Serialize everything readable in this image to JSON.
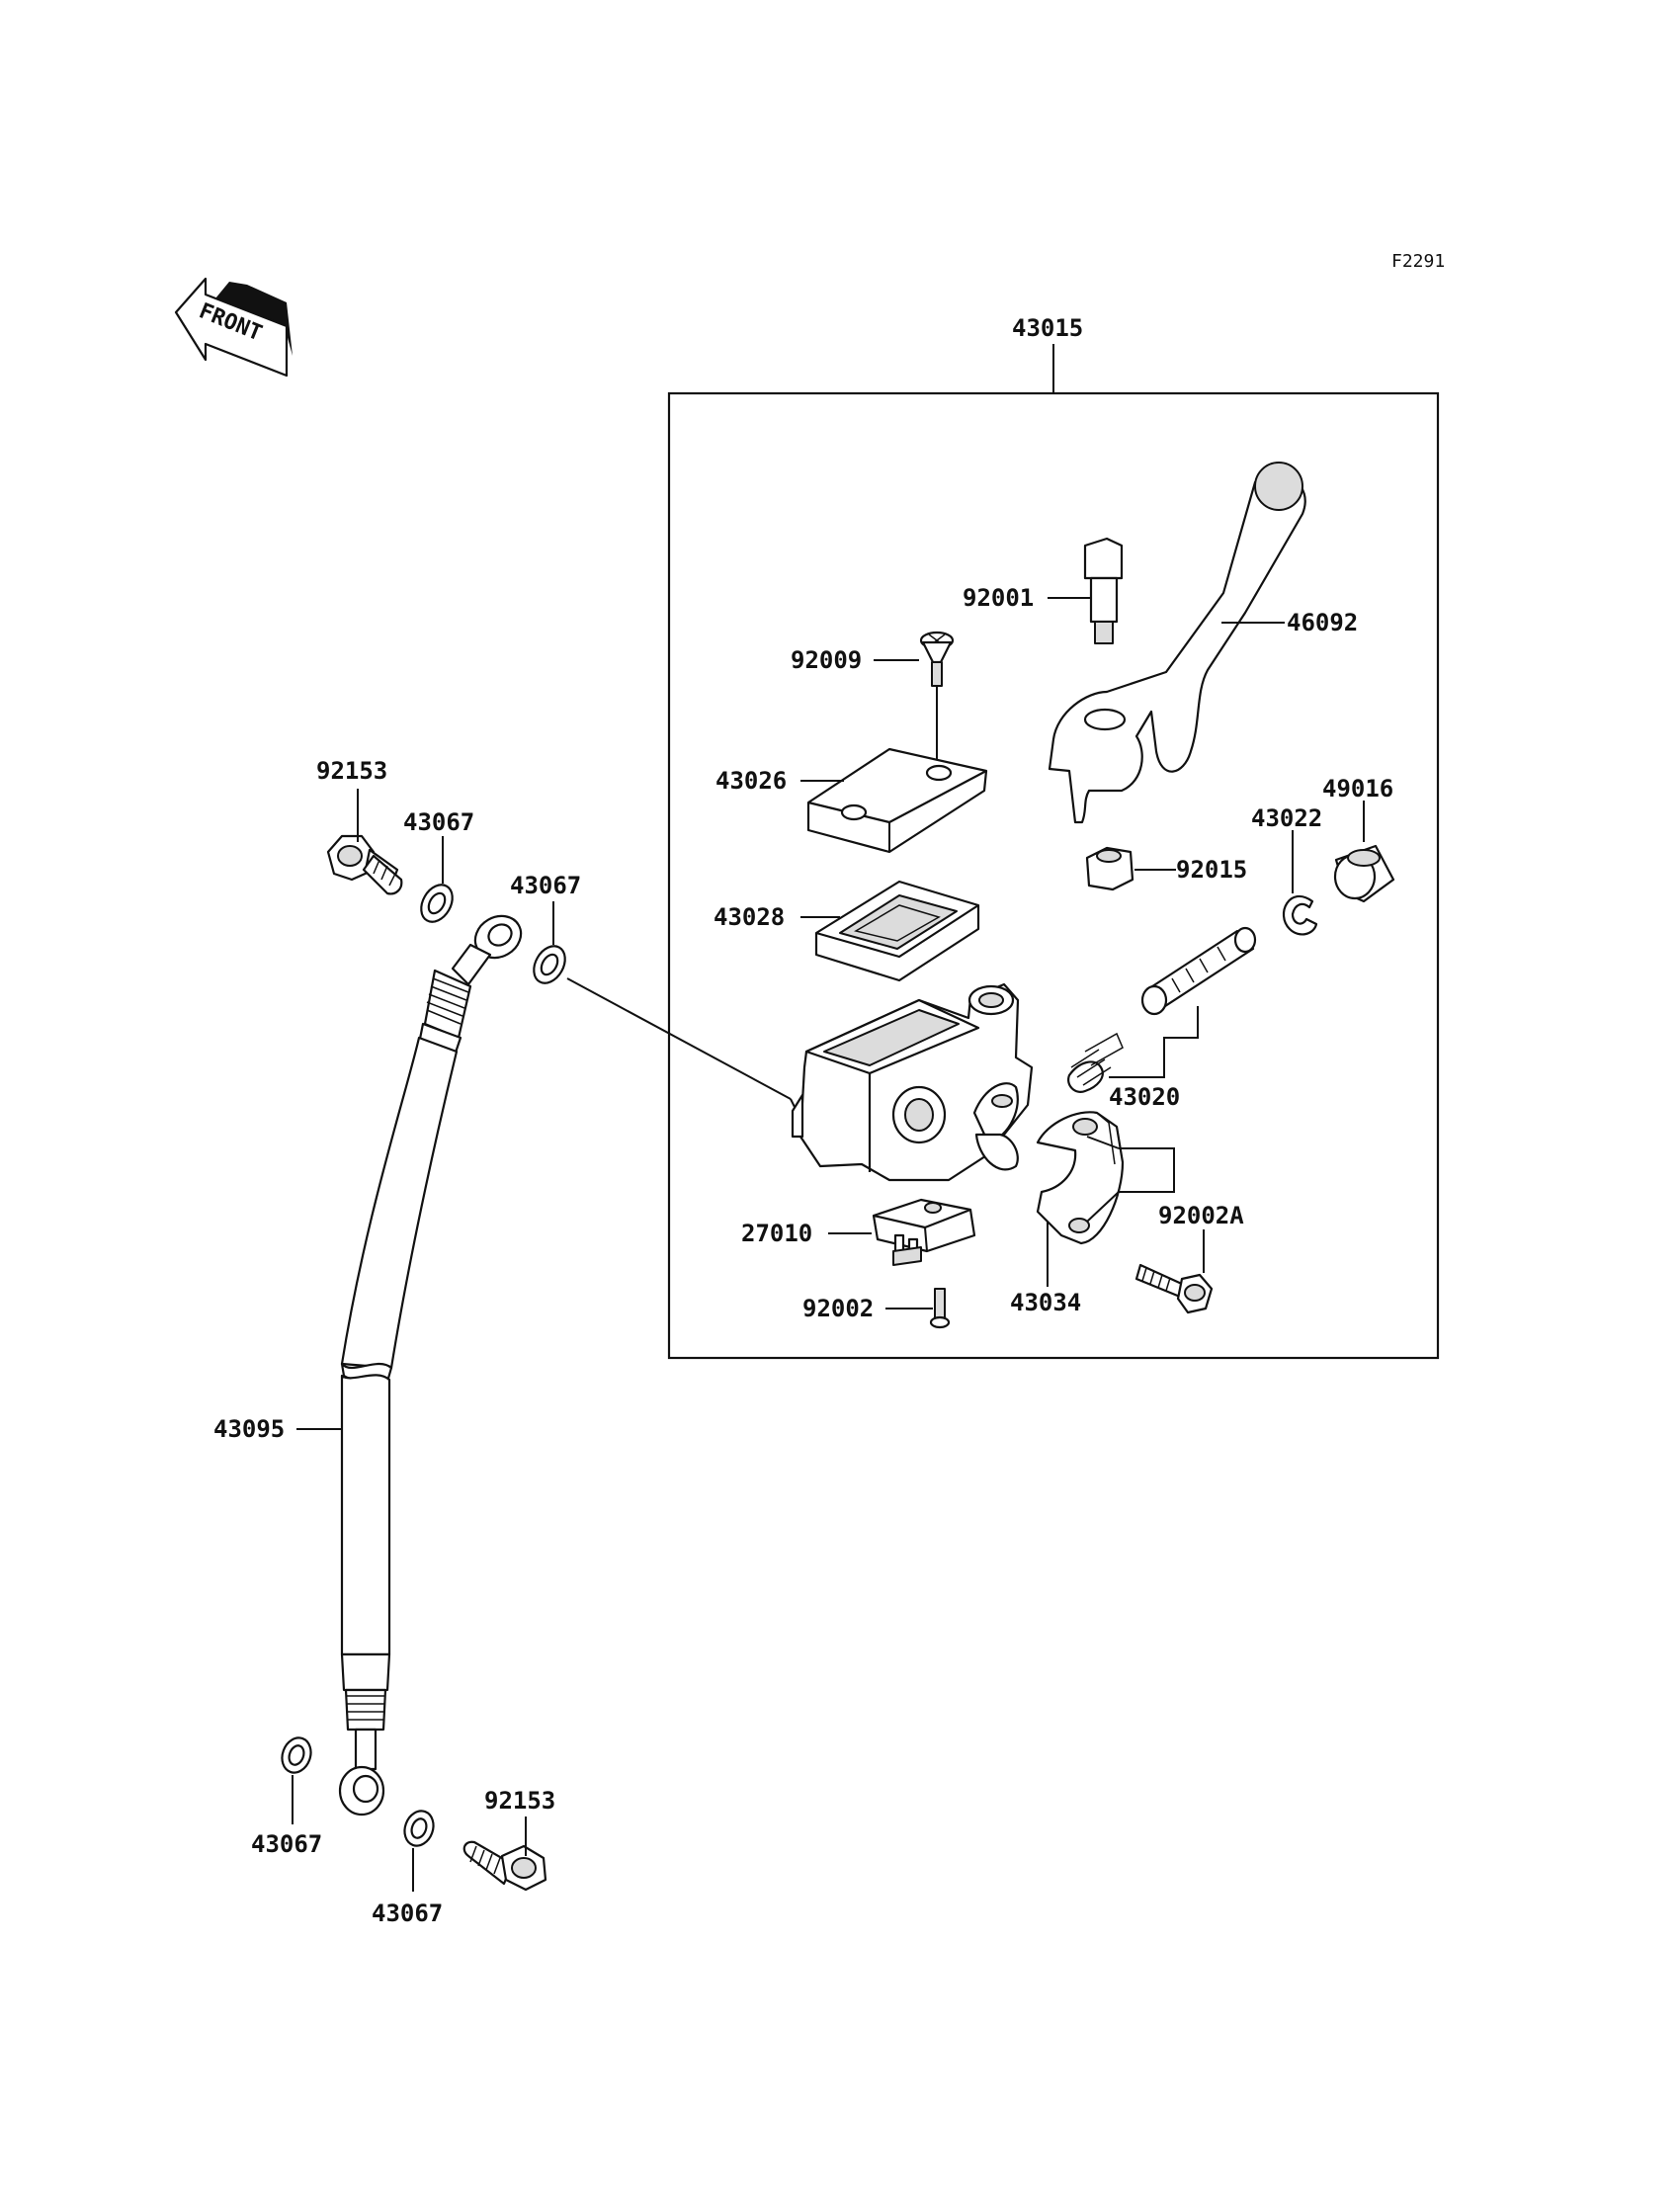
{
  "figure_code": "F2291",
  "front_label": "FRONT",
  "assembly_label": "43015",
  "part_labels": {
    "lever_pivot_bolt": "92001",
    "lever": "46092",
    "cap_screw": "92009",
    "reservoir_cap": "43026",
    "diaphragm": "43028",
    "lever_nut": "92015",
    "circlip": "43022",
    "boot": "49016",
    "piston_assy": "43020",
    "brake_switch": "27010",
    "switch_screw": "92002",
    "holder": "43034",
    "holder_bolt": "92002A",
    "banjo_bolt_top": "92153",
    "washer_top_left": "43067",
    "washer_top_right": "43067",
    "hose": "43095",
    "washer_bottom_left": "43067",
    "banjo_bolt_bottom": "92153",
    "washer_bottom_right": "43067"
  }
}
